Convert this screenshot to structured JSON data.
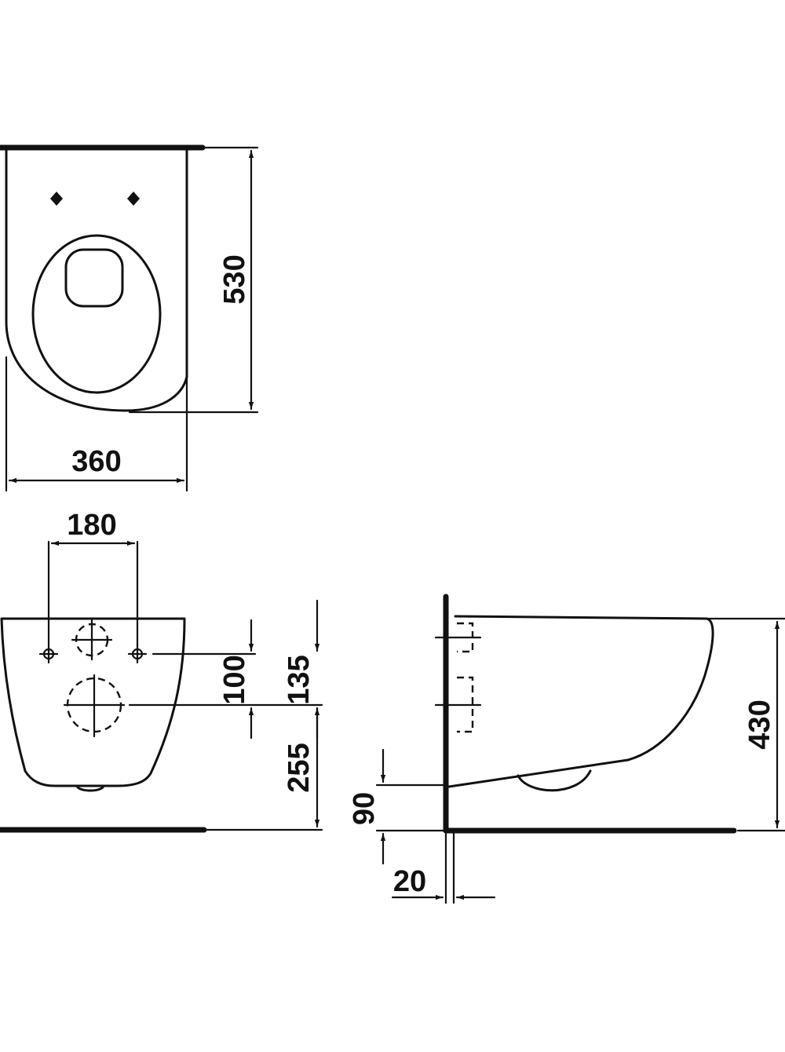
{
  "dimensions": {
    "top_width": "360",
    "top_depth": "530",
    "front_bolt_spacing": "180",
    "front_outlet_offset": "100",
    "front_bolt_height": "135",
    "front_outlet_height": "255",
    "side_height": "430",
    "side_outlet_height": "90",
    "side_wall_gap": "20"
  }
}
